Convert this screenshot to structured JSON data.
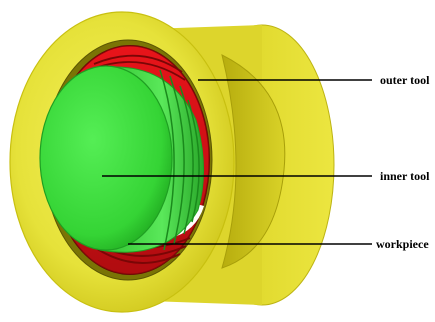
{
  "labels": {
    "outer_tool": "outer tool",
    "inner_tool": "inner tool",
    "workpiece": "workpiece"
  },
  "colors": {
    "outer_tool": "#e6e23a",
    "outer_tool_edge": "#c8c010",
    "workpiece": "#e8141a",
    "workpiece_dark": "#9a0a0a",
    "inner_tool": "#3ddc3d",
    "inner_tool_edge": "#1f9f22",
    "leader_line": "#000000"
  }
}
